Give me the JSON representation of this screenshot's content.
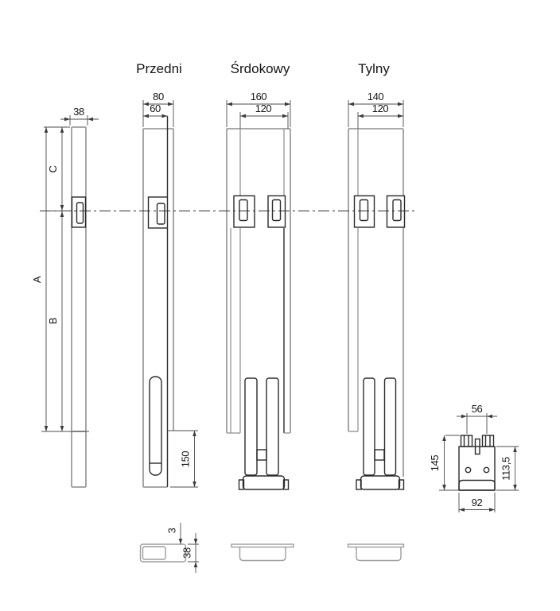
{
  "drawing": {
    "title_labels": {
      "front": "Przedni",
      "middle": "Śrdokowy",
      "rear": "Tylny"
    },
    "dimensions": {
      "left_post_width": "38",
      "front_outer_width": "80",
      "front_inner_width": "60",
      "middle_outer_width": "160",
      "middle_inner_width": "120",
      "rear_outer_width": "140",
      "rear_inner_width": "120",
      "height_c": "C",
      "height_a": "A",
      "height_b": "B",
      "front_slot_height": "150",
      "bracket_tab_spacing": "56",
      "bracket_height_left": "145",
      "bracket_height_right": "113,5",
      "bracket_width_bottom": "92",
      "section_wall_thickness": "3",
      "section_height": "38"
    },
    "colors": {
      "profile_outline": "#9d9d9d",
      "detail_line": "#2b2b2b",
      "dimension_line": "#4d4d4d",
      "background": "#ffffff"
    }
  }
}
